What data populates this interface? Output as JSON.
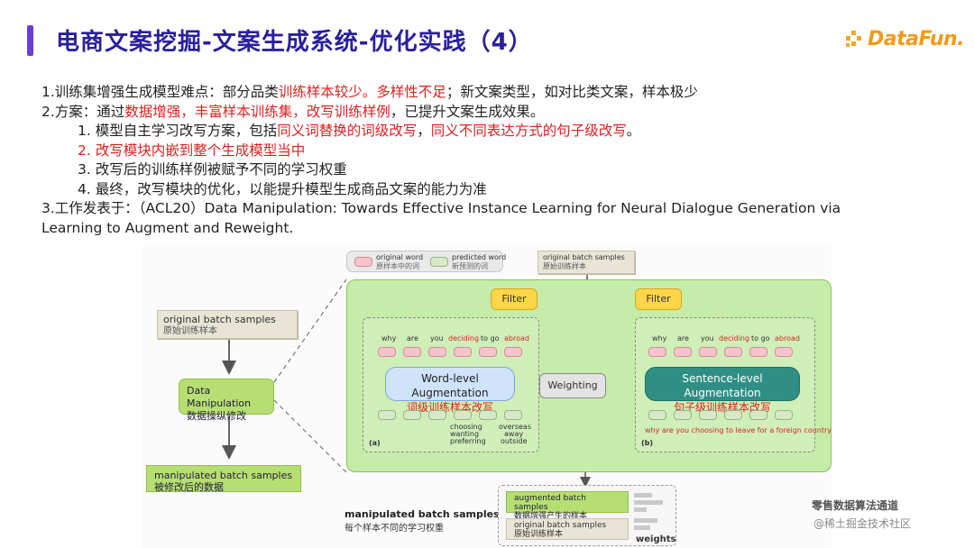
{
  "header": {
    "title": "电商文案挖掘-文案生成系统-优化实践（4）",
    "logo_text": "DataFun."
  },
  "content": {
    "p1_pre": "1.训练集增强生成模型难点：部分品类",
    "p1_red1": "训练样本较少。多样性不足",
    "p1_post": "；新文案类型，如对比类文案，样本极少",
    "p2_pre": "2.方案：通过",
    "p2_red": "数据增强，丰富样本训练集，改写训练样例",
    "p2_post": "，已提升文案生成效果。",
    "s1_pre": "1.   模型自主学习改写方案，包括",
    "s1_red1": "同义词替换的词级改写",
    "s1_mid": "，",
    "s1_red2": "同义不同表达方式的句子级改写",
    "s1_post": "。",
    "s2": "2.   改写模块内嵌到整个生成模型当中",
    "s3": "3.   改写后的训练样例被赋予不同的学习权重",
    "s4": "4.   最终，改写模块的优化，以能提升模型生成商品文案的能力为准",
    "p3_line1": "3.工作发表于：（ACL20）Data Manipulation: Towards Effective Instance Learning for Neural Dialogue Generation via",
    "p3_line2": "Learning to Augment and Reweight."
  },
  "figure": {
    "legend_orig_en": "original word",
    "legend_orig_cn": "原样本中的词",
    "legend_pred_en": "predicted word",
    "legend_pred_cn": "新预测的词",
    "top_batch_en": "original batch samples",
    "top_batch_cn": "原始训练样本",
    "left_batch_en": "original batch samples",
    "left_batch_cn": "原始训练样本",
    "dm_en": "Data Manipulation",
    "dm_cn": "数据操纵修改",
    "mb_en": "manipulated batch samples",
    "mb_cn": "被修改后的数据",
    "filter1": "Filter",
    "filter2": "Filter",
    "weighting": "Weighting",
    "word_aug_en": "Word-level Augmentation",
    "word_aug_cn": "词级训练样本改写",
    "sent_aug_en": "Sentence-level Augmentation",
    "sent_aug_cn": "句子级训练样本改写",
    "words_a": [
      "why",
      "are",
      "you",
      "deciding",
      "to go",
      "abroad"
    ],
    "words_b": [
      "why",
      "are",
      "you",
      "deciding",
      "to go",
      "abroad"
    ],
    "pred_a1": "choosing",
    "pred_a2": "wanting",
    "pred_a3": "preferring",
    "pred_b1": "overseas",
    "pred_b2": "away",
    "pred_b3": "outside",
    "label_a": "(a)",
    "label_b": "(b)",
    "sentence_b": "why are you choosing to leave for a foreign country",
    "out_title_en": "manipulated batch samples",
    "out_title_cn": "每个样本不同的学习权重",
    "aug_bar_en": "augmented batch samples",
    "aug_bar_cn": "数据增强产生的样本",
    "orig_bar_en": "original batch samples",
    "orig_bar_cn": "原始训练样本",
    "weights": "weights"
  },
  "watermark": {
    "line1": "零售数据算法通道",
    "line2": "@稀土掘金技术社区"
  },
  "colors": {
    "title": "#2a1f9e",
    "accent_bar": "#6a3fd0",
    "highlight_red": "#e02020",
    "logo_orange": "#f29a1c",
    "panel_green": "#c6ecaa"
  }
}
